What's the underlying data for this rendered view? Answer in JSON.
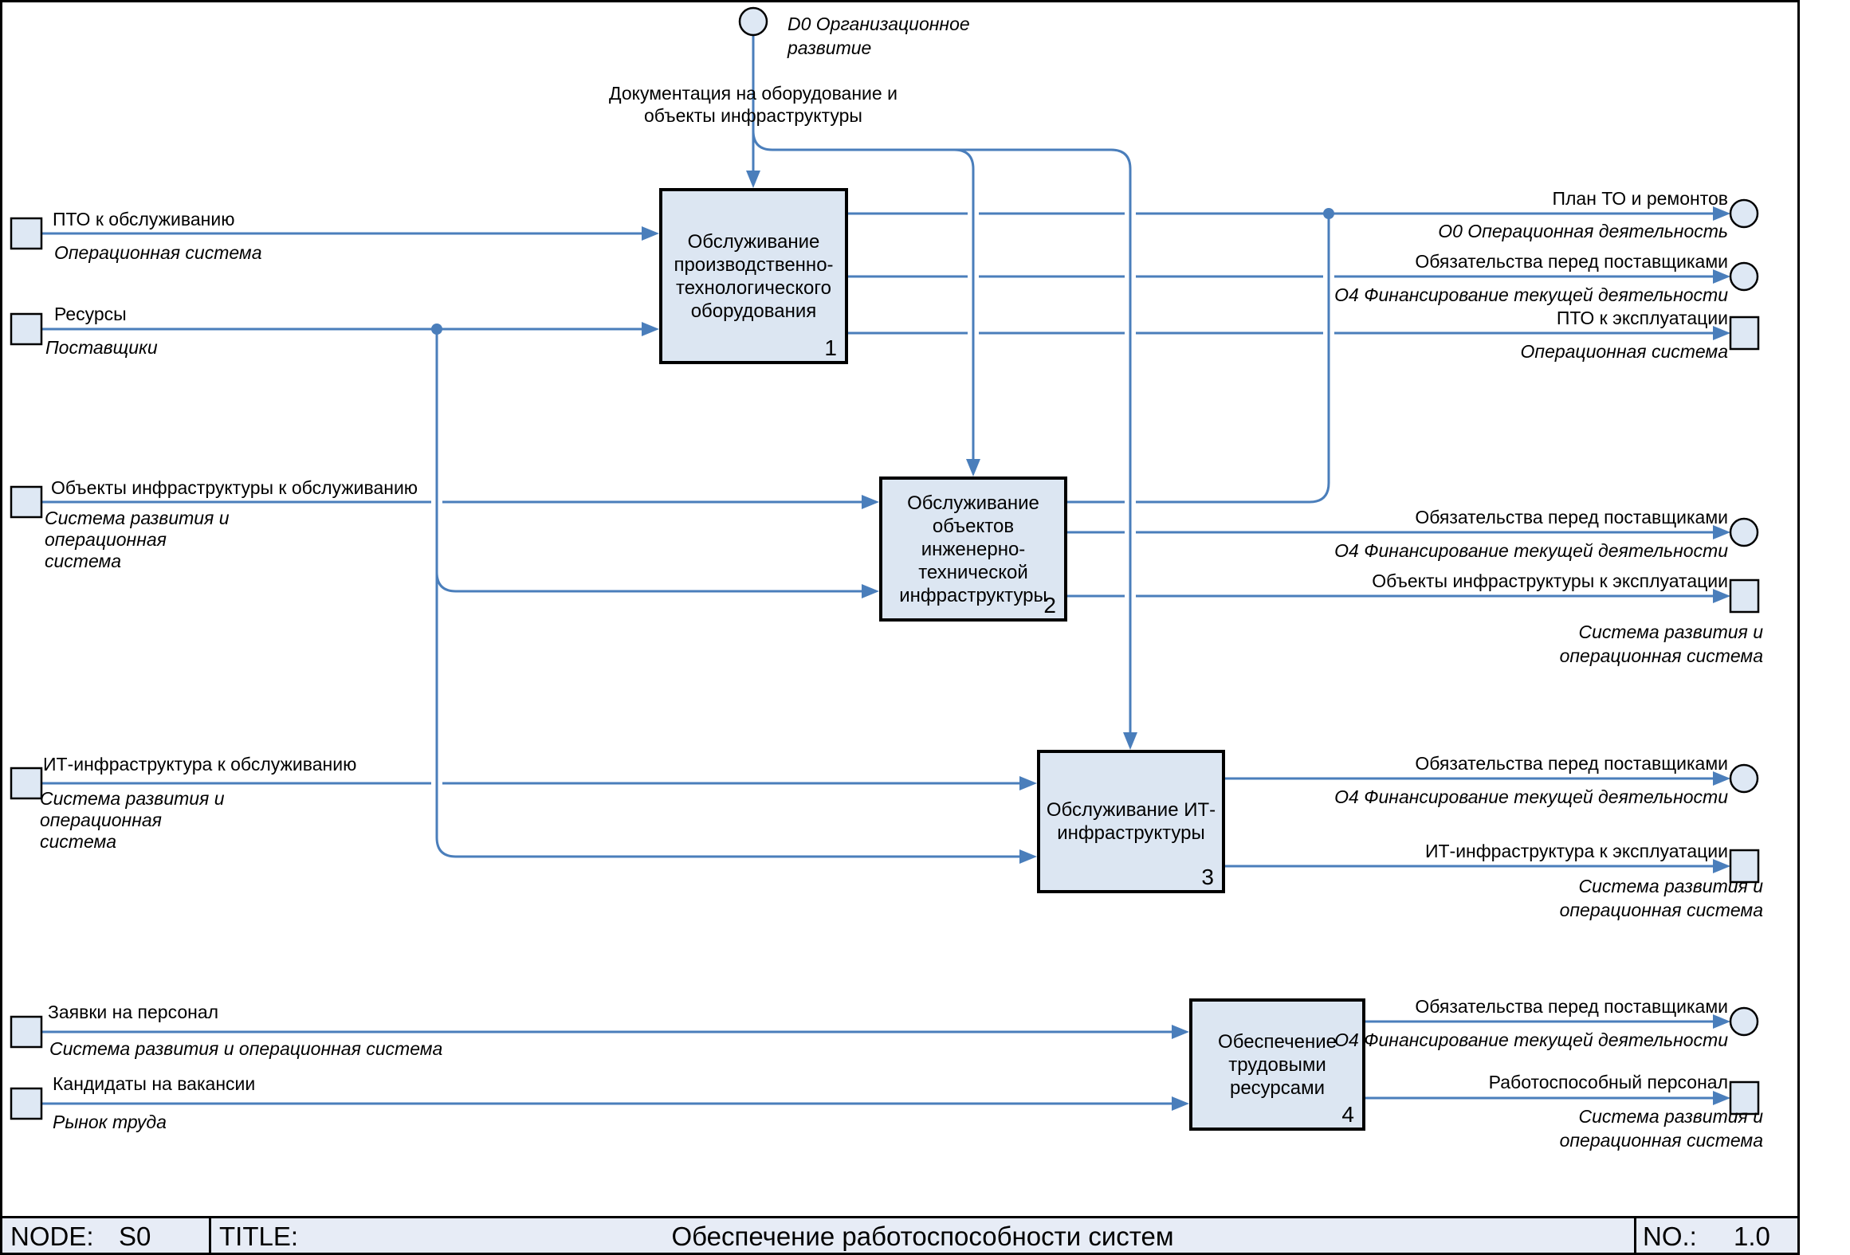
{
  "colors": {
    "flow_line": "#4a7ebb",
    "box_fill": "#dce6f2",
    "terminator_fill": "#dee8f4",
    "footer_fill": "#e7ecf6",
    "border": "#000000"
  },
  "external": {
    "d0_label": "D0 Организационное\nразвитие",
    "control_label": "Документация на оборудование и\nобъекты инфраструктуры"
  },
  "boxes": [
    {
      "title": "Обслуживание\nпроизводственно-\nтехнологического\nоборудования",
      "number": "1"
    },
    {
      "title": "Обслуживание\nобъектов\nинженерно-\nтехнической\nинфраструктуры",
      "number": "2"
    },
    {
      "title": "Обслуживание ИТ-\nинфраструктуры",
      "number": "3"
    },
    {
      "title": "Обеспечение\nтрудовыми\nресурсами",
      "number": "4"
    }
  ],
  "inputs": [
    {
      "label": "ПТО к обслуживанию",
      "source": "Операционная система"
    },
    {
      "label": "Ресурсы",
      "source": "Поставщики"
    },
    {
      "label": "Объекты инфраструктуры к обслуживанию",
      "source": "Система развития и\nоперационная\nсистема"
    },
    {
      "label": "ИТ-инфраструктура к обслуживанию",
      "source": "Система развития и\nоперационная\nсистема"
    },
    {
      "label": "Заявки на персонал",
      "source": "Система развития и операционная система"
    },
    {
      "label": "Кандидаты на вакансии",
      "source": "Рынок труда"
    }
  ],
  "outputs": [
    {
      "label": "План ТО и ремонтов",
      "target": "О0 Операционная деятельность",
      "terminator": "circle"
    },
    {
      "label": "Обязательства перед поставщиками",
      "target": "О4 Финансирование текущей деятельности",
      "terminator": "circle"
    },
    {
      "label": "ПТО к эксплуатации",
      "target": "Операционная система",
      "terminator": "square"
    },
    {
      "label": "Обязательства перед поставщиками",
      "target": "О4 Финансирование текущей деятельности",
      "terminator": "circle"
    },
    {
      "label": "Объекты инфраструктуры к эксплуатации",
      "target": "Система развития и\nоперационная система",
      "terminator": "square"
    },
    {
      "label": "Обязательства перед поставщиками",
      "target": "О4 Финансирование текущей деятельности",
      "terminator": "circle"
    },
    {
      "label": "ИТ-инфраструктура к эксплуатации",
      "target": "Система развития и\nоперационная система",
      "terminator": "square"
    },
    {
      "label": "Обязательства перед поставщиками",
      "target": "О4 Финансирование текущей деятельности",
      "terminator": "circle"
    },
    {
      "label": "Работоспособный персонал",
      "target": "Система развития и\nоперационная система",
      "terminator": "square"
    }
  ],
  "footer": {
    "node_label": "NODE:",
    "node_value": "S0",
    "title_label": "TITLE:",
    "title_value": "Обеспечение работоспособности систем",
    "no_label": "NO.:",
    "no_value": "1.0"
  }
}
